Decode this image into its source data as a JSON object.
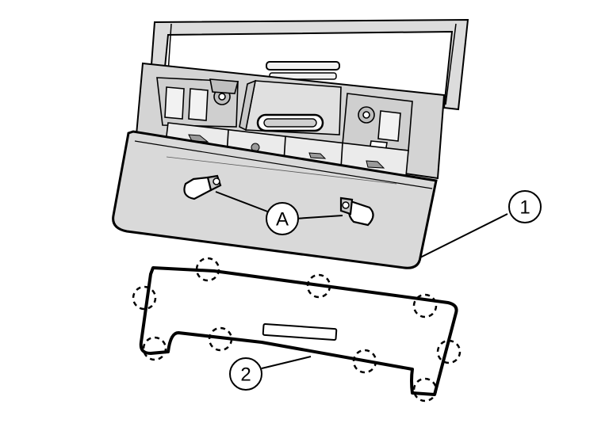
{
  "callouts": {
    "A": "A",
    "one": "1",
    "two": "2"
  },
  "colors": {
    "line": "#000000",
    "housing_fill": "#d9d9d9",
    "panel_fill": "#e4e4e4",
    "background": "#ffffff"
  }
}
